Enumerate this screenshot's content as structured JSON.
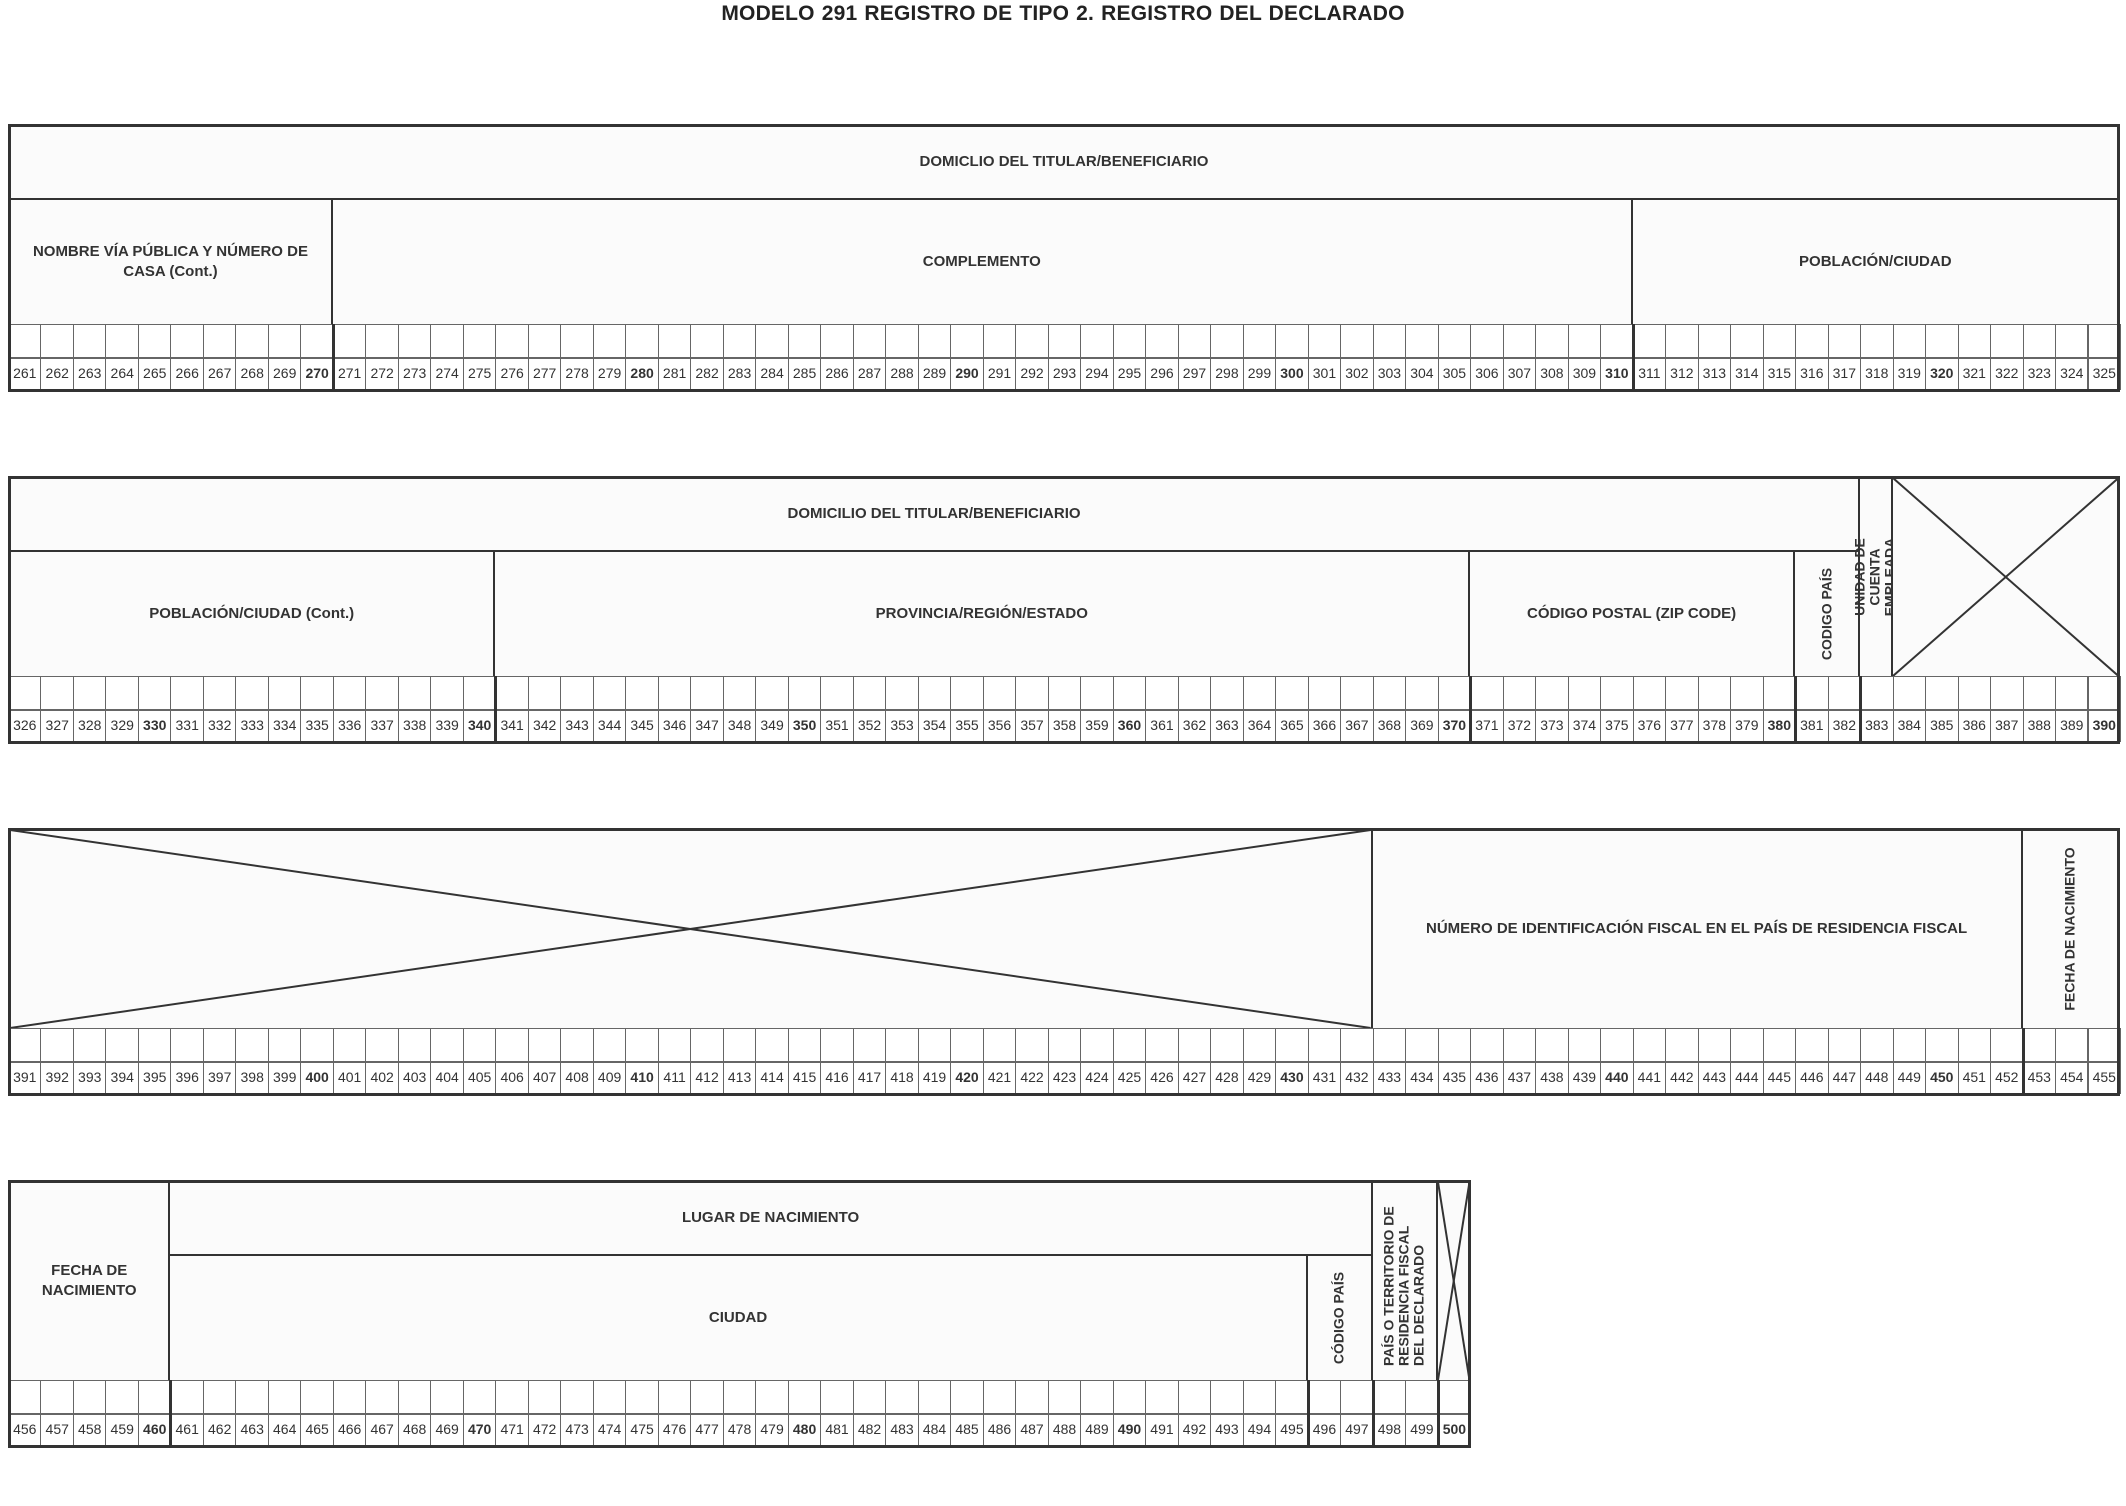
{
  "title": "MODELO 291    REGISTRO DE TIPO 2. REGISTRO DEL DECLARADO",
  "block1": {
    "header": "DOMICLIO DEL TITULAR/BENEFICIARIO",
    "fields": [
      {
        "label": "NOMBRE VÍA PÚBLICA Y NÚMERO DE CASA (Cont.)",
        "from": 261,
        "to": 270
      },
      {
        "label": "COMPLEMENTO",
        "from": 271,
        "to": 310
      },
      {
        "label": "POBLACIÓN/CIUDAD",
        "from": 311,
        "to": 325
      }
    ],
    "start": 261,
    "end": 325
  },
  "block2": {
    "header": "DOMICILIO DEL TITULAR/BENEFICIARIO",
    "fields": [
      {
        "label": "POBLACIÓN/CIUDAD (Cont.)",
        "from": 326,
        "to": 340
      },
      {
        "label": "PROVINCIA/REGIÓN/ESTADO",
        "from": 341,
        "to": 370
      },
      {
        "label": "CÓDIGO POSTAL (ZIP CODE)",
        "from": 371,
        "to": 380
      },
      {
        "label": "CODIGO PAÍS",
        "from": 381,
        "to": 382
      },
      {
        "label": "UNIDAD DE CUENTA EMPLEADA",
        "from": 383,
        "to": 383
      }
    ],
    "start": 326,
    "end": 390
  },
  "block3": {
    "fields": [
      {
        "label": "NÚMERO DE IDENTIFICACIÓN FISCAL EN EL PAÍS DE RESIDENCIA FISCAL",
        "from": 433,
        "to": 452
      },
      {
        "label": "FECHA DE NACIMIENTO",
        "from": 453,
        "to": 455
      }
    ],
    "start": 391,
    "end": 455
  },
  "block4": {
    "header": "LUGAR DE NACIMIENTO",
    "fields": [
      {
        "label": "FECHA DE NACIMIENTO",
        "from": 456,
        "to": 460
      },
      {
        "label": "CIUDAD",
        "from": 461,
        "to": 495
      },
      {
        "label": "CÓDIGO PAÍS",
        "from": 496,
        "to": 497
      },
      {
        "label": "PAÍS O TERRITORIO DE RESIDENCIA FISCAL DEL DECLARADO",
        "from": 498,
        "to": 499
      }
    ],
    "start": 456,
    "end": 500
  }
}
